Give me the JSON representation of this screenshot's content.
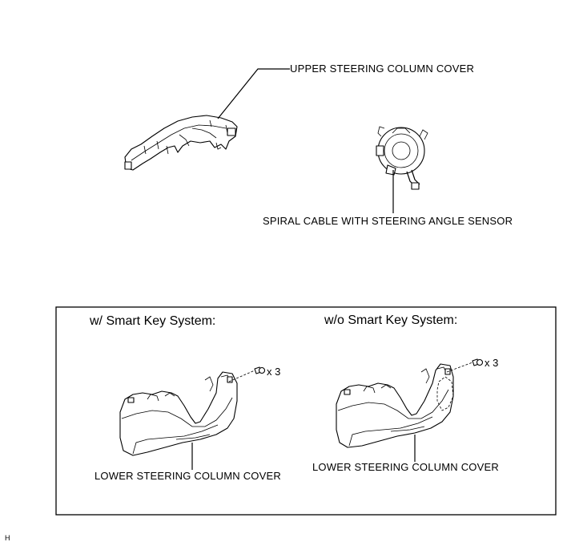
{
  "labels": {
    "upper_cover": "UPPER STEERING COLUMN COVER",
    "spiral_cable": "SPIRAL CABLE WITH STEERING ANGLE SENSOR"
  },
  "panel": {
    "left_header": "w/ Smart Key System:",
    "right_header": "w/o Smart Key System:",
    "left_qty": "x 3",
    "right_qty": "x 3",
    "left_label": "LOWER STEERING COLUMN COVER",
    "right_label": "LOWER STEERING COLUMN COVER"
  },
  "corner_code": "H"
}
